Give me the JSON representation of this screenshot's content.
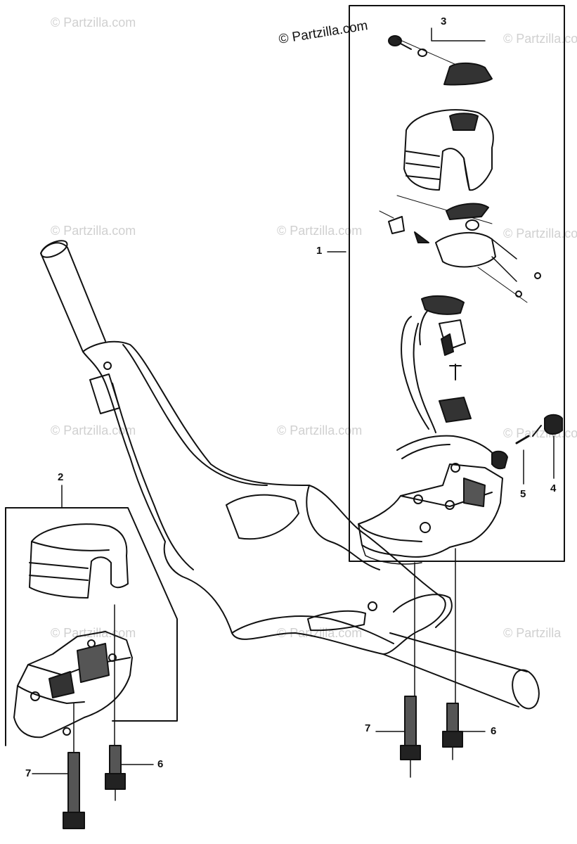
{
  "copyright": "© Partzilla.com",
  "watermarks": [
    "© Partzilla.com",
    "© Partzilla.com",
    "© Partzilla.com",
    "© Partzilla.com",
    "© Partzilla.com",
    "© Partzilla.com",
    "© Partzilla.com",
    "© Partzilla.com",
    "© Partzilla.com",
    "© Partzilla.com",
    "© Partzilla"
  ],
  "callouts": {
    "c1": "1",
    "c2": "2",
    "c3": "3",
    "c4": "4",
    "c5": "5",
    "c6_left": "6",
    "c7_left": "7",
    "c6_right": "6",
    "c7_right": "7"
  },
  "colors": {
    "ink": "#111111",
    "watermark": "#d0d0d0",
    "paper": "#ffffff"
  }
}
